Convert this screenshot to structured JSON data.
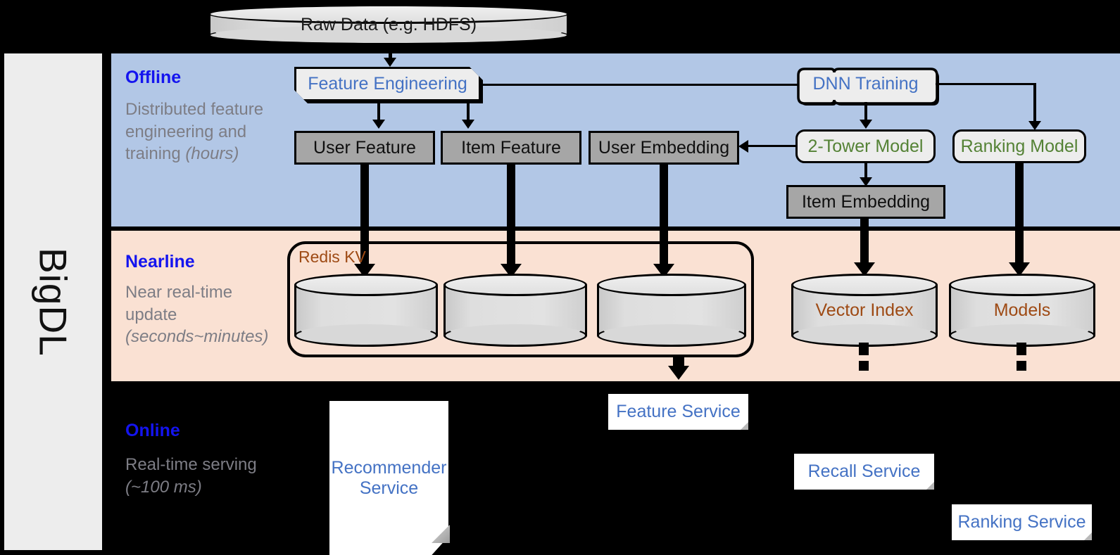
{
  "framework": {
    "name": "BigDL"
  },
  "stages": {
    "offline": {
      "title": "Offline",
      "description": "Distributed feature engineering and training ",
      "description_emphasis": "(hours)"
    },
    "nearline": {
      "title": "Nearline",
      "description": "Near real-time update ",
      "description_emphasis": "(seconds~minutes)"
    },
    "online": {
      "title": "Online",
      "description": "Real-time serving ",
      "description_emphasis": "(~100 ms)"
    }
  },
  "nodes": {
    "raw_data": "Raw Data (e.g. HDFS)",
    "feature_engineering": "Feature Engineering",
    "dnn_training": "DNN Training",
    "user_feature": "User Feature",
    "item_feature": "Item Feature",
    "user_embedding": "User Embedding",
    "two_tower_model": "2-Tower Model",
    "ranking_model": "Ranking Model",
    "item_embedding": "Item Embedding",
    "redis_kv": "Redis KV",
    "kv_store_1": "",
    "kv_store_2": "",
    "kv_store_3": "",
    "vector_index": "Vector Index",
    "models": "Models",
    "feature_service": "Feature Service",
    "recommender_service": "Recommender Service",
    "recall_service": "Recall Service",
    "ranking_service": "Ranking Service"
  },
  "colors": {
    "offline_band": "#b2c7e6",
    "nearline_band": "#fae1d3",
    "online_band": "#000000",
    "stage_title": "#1414ef",
    "stage_desc": "#7d7d85",
    "node_blue_text": "#4472c4",
    "node_green_text": "#548235",
    "node_brown_text": "#9e4a14",
    "data_box_fill": "#a6a6a6",
    "process_box_fill": "#ededed",
    "rail_fill": "#ededed"
  }
}
